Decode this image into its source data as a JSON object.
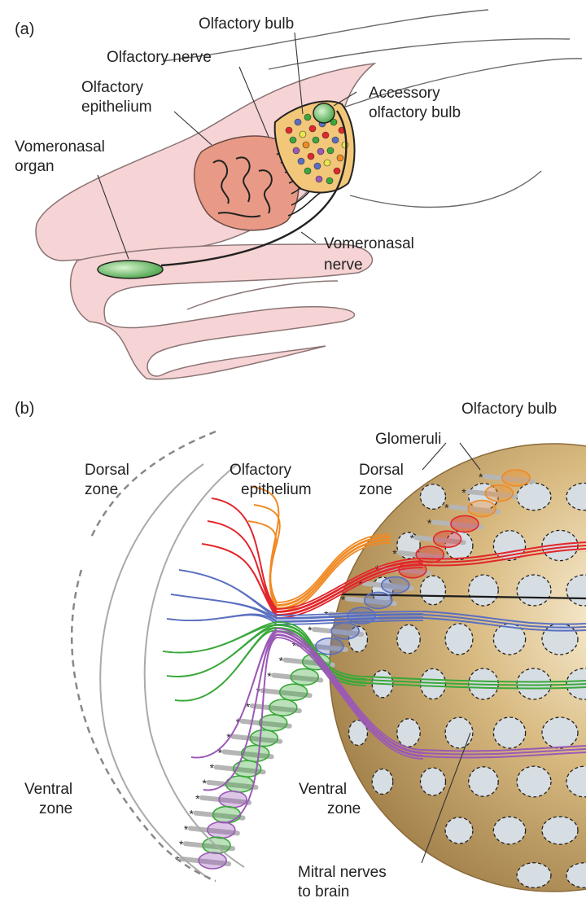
{
  "panel_a": {
    "panel_label": "(a)",
    "labels": {
      "olfactory_bulb": "Olfactory bulb",
      "olfactory_nerve": "Olfactory nerve",
      "olfactory_epithelium_1": "Olfactory",
      "olfactory_epithelium_2": "epithelium",
      "accessory_bulb_1": "Accessory",
      "accessory_bulb_2": "olfactory bulb",
      "vomeronasal_organ_1": "Vomeronasal",
      "vomeronasal_organ_2": "organ",
      "vomeronasal_nerve_1": "Vomeronasal",
      "vomeronasal_nerve_2": "nerve"
    }
  },
  "panel_b": {
    "panel_label": "(b)",
    "labels": {
      "olfactory_bulb": "Olfactory bulb",
      "glomeruli": "Glomeruli",
      "dorsal_zone_left_1": "Dorsal",
      "dorsal_zone_left_2": "zone",
      "olfactory_epithelium_1": "Olfactory",
      "olfactory_epithelium_2": "epithelium",
      "dorsal_zone_right_1": "Dorsal",
      "dorsal_zone_right_2": "zone",
      "ventral_zone_left_1": "Ventral",
      "ventral_zone_left_2": "zone",
      "ventral_zone_right_1": "Ventral",
      "ventral_zone_right_2": "zone",
      "mitral_1": "Mitral nerves",
      "mitral_2": "to brain"
    }
  },
  "colors": {
    "skin": "#f6d3d4",
    "skin_edge": "#7a6a6a",
    "epithelium": "#e89a86",
    "bulb": "#f2c77a",
    "green_organ": "#5bb85b",
    "sphere": "#c9a86c",
    "glomerulus": "#d6dde3",
    "orange": "#f08a24",
    "red": "#e2262b",
    "blue": "#5a6fc0",
    "green": "#3aa83a",
    "purple": "#9b59b6",
    "gray": "#9a9a9a"
  }
}
